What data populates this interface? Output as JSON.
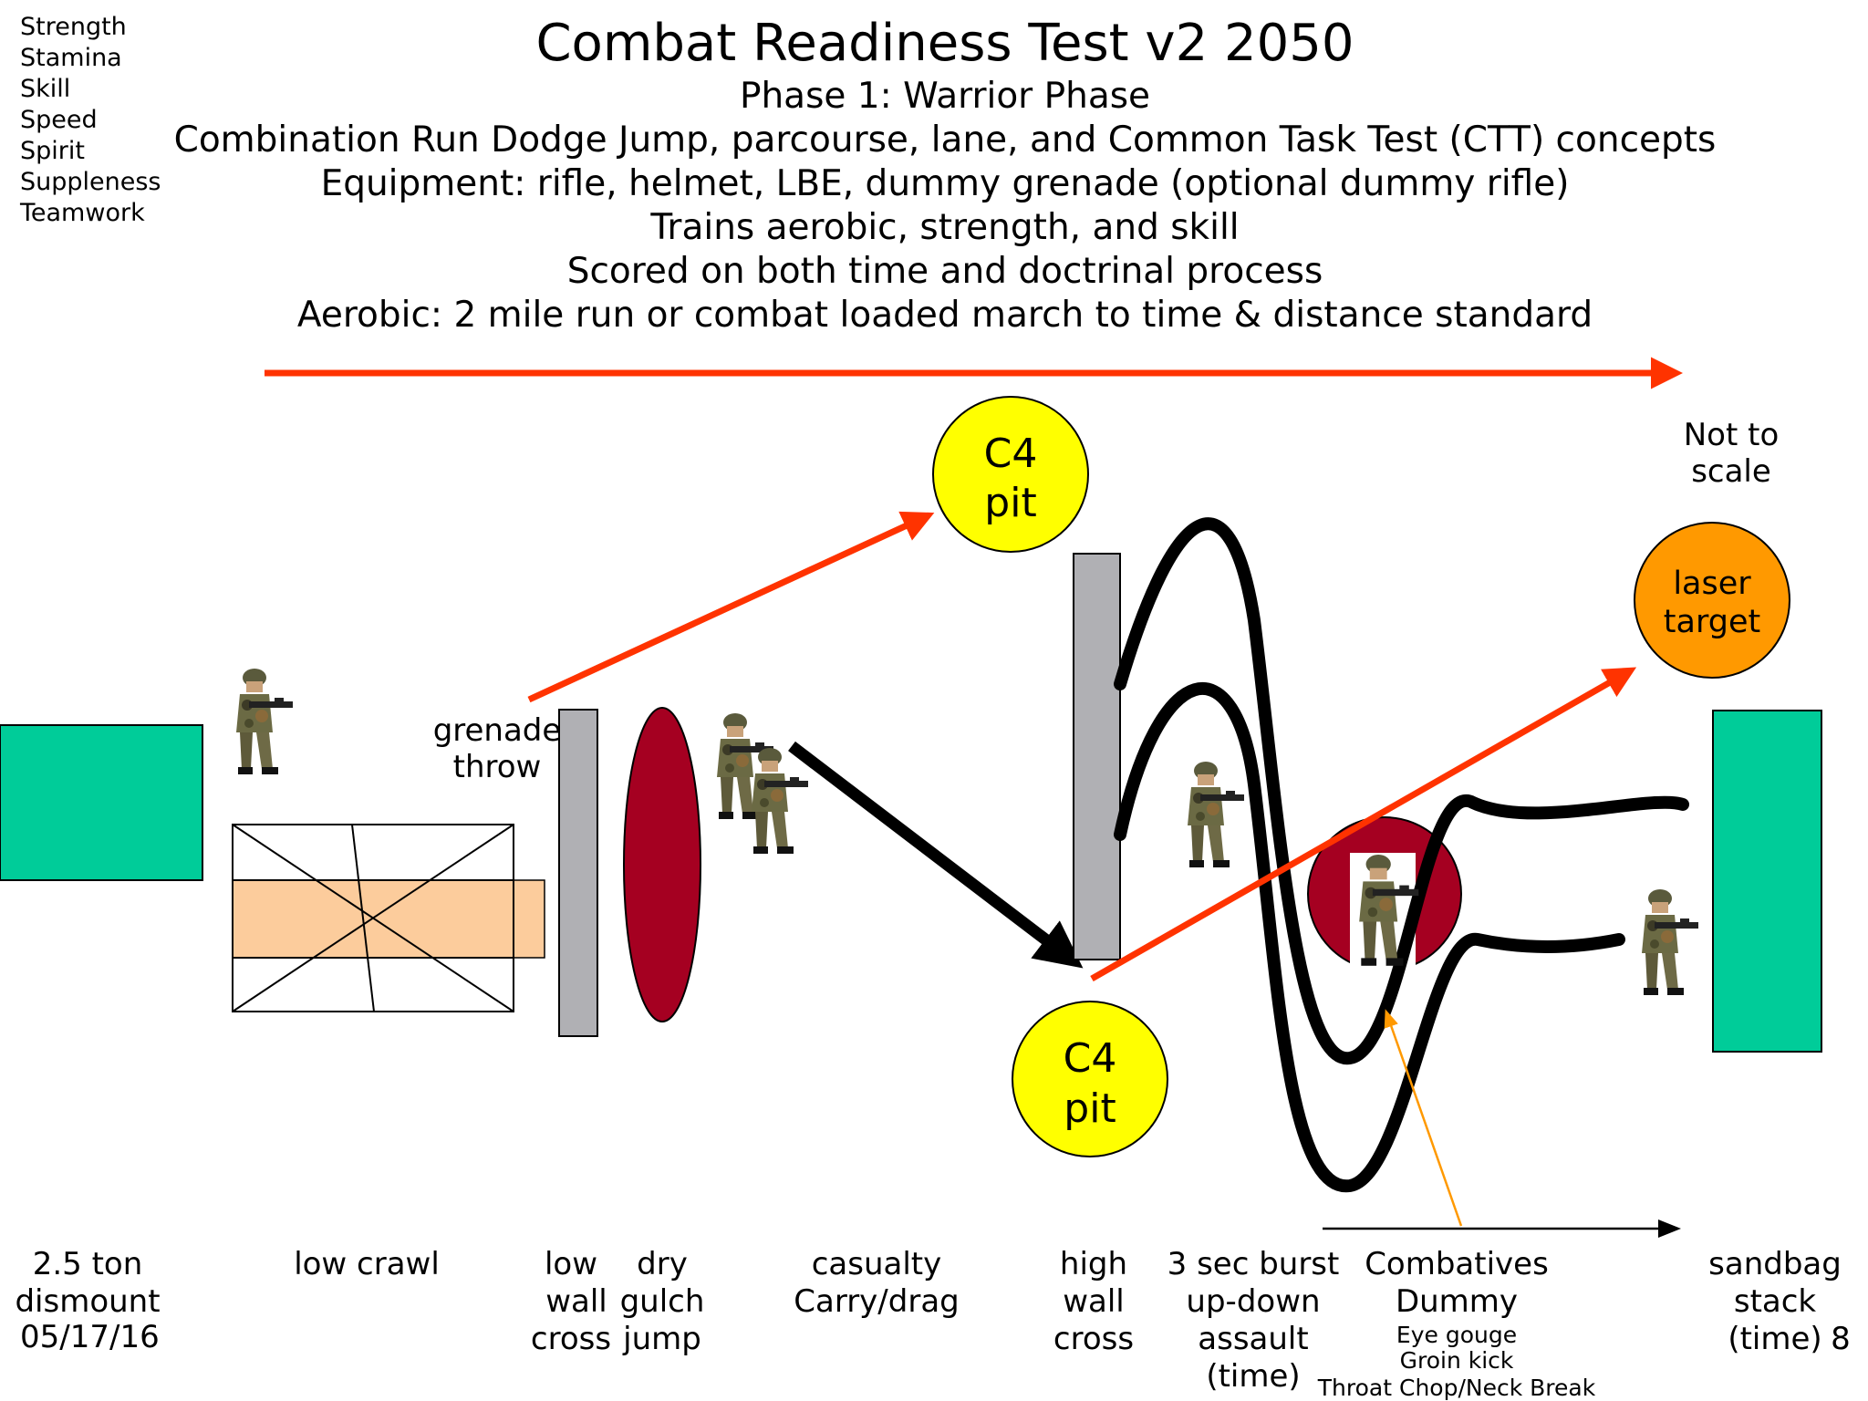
{
  "header": {
    "title": "Combat Readiness Test v2 2050",
    "lines": [
      "Phase 1: Warrior Phase",
      "Combination Run Dodge Jump, parcourse, lane, and Common Task Test (CTT) concepts",
      "Equipment: rifle, helmet, LBE, dummy grenade (optional dummy rifle)",
      "Trains aerobic, strength, and skill",
      "Scored on both time and doctrinal process",
      "Aerobic: 2 mile run or combat loaded march to time & distance standard"
    ]
  },
  "attributes": [
    "Strength",
    "Stamina",
    "Skill",
    "Speed",
    "Spirit",
    "Suppleness",
    "Teamwork"
  ],
  "not_to_scale": [
    "Not to",
    "scale"
  ],
  "circles": {
    "c4_top": [
      "C4",
      "pit"
    ],
    "c4_bottom": [
      "C4",
      "pit"
    ],
    "laser": [
      "laser",
      "target"
    ]
  },
  "grenade_label": [
    "grenade",
    "throw"
  ],
  "stations": {
    "dismount": [
      "2.5 ton",
      "dismount"
    ],
    "low_crawl": "low crawl",
    "low_wall": [
      "low",
      "wall",
      "cross"
    ],
    "dry_gulch": [
      "dry",
      "gulch",
      "jump"
    ],
    "casualty": [
      "casualty",
      "Carry/drag"
    ],
    "high_wall": [
      "high",
      "wall",
      "cross"
    ],
    "burst": [
      "3 sec burst",
      "up-down",
      "assault",
      "(time)"
    ],
    "combatives": [
      "Combatives",
      "Dummy"
    ],
    "combatives_details": [
      "Eye gouge",
      "Groin kick",
      "Throat Chop/Neck Break"
    ],
    "sandbag": [
      "sandbag",
      "stack",
      "(time)"
    ]
  },
  "footer": {
    "date": "05/17/16",
    "page": "8"
  },
  "colors": {
    "teal": "#00CC99",
    "peach": "#FCCC9C",
    "gray": "#B0B0B4",
    "maroon": "#A50021",
    "yellow": "#FFFF00",
    "orange": "#FF9900",
    "red_arrow": "#FF3300",
    "thin_arrow": "#FF9900"
  }
}
